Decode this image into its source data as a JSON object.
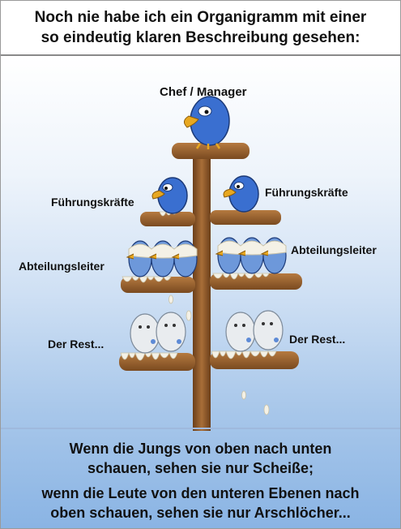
{
  "header": {
    "title": "Noch nie habe ich ein Organigramm mit einer\nso eindeutig klaren Beschreibung gesehen:"
  },
  "labels": {
    "chef": "Chef / Manager",
    "fuehrung_left": "Führungskräfte",
    "fuehrung_right": "Führungskräfte",
    "abteilung_right": "Abteilungsleiter",
    "abteilung_left": "Abteilungsleiter",
    "rest_left": "Der Rest...",
    "rest_right": "Der Rest..."
  },
  "captions": {
    "top": "Wenn die Jungs von oben nach unten\nschauen, sehen sie nur Scheiße;",
    "bottom": "wenn die Leute von den unteren Ebenen nach\noben schauen, sehen sie nur Arschlöcher..."
  },
  "colors": {
    "sky_top": "#ffffff",
    "sky_bottom": "#8ab4e4",
    "wood": "#8b5a2b",
    "bird_blue": "#3a6fd0",
    "beak": "#e8a820",
    "droppings": "#f4f1e6"
  }
}
